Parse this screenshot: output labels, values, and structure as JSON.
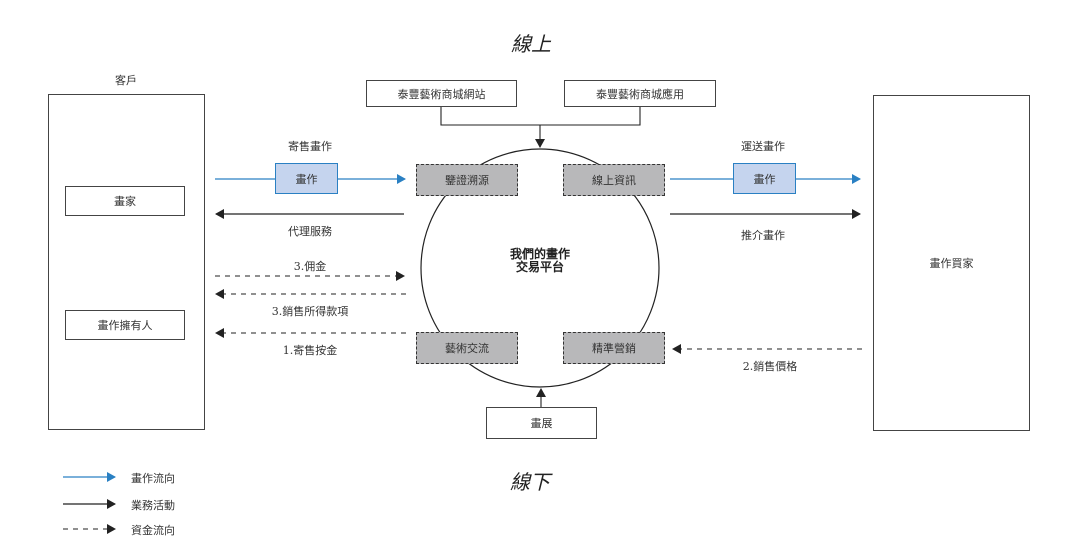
{
  "sections": {
    "online": "線上",
    "offline": "線下"
  },
  "online_channels": [
    {
      "label": "泰豐藝術商城網站"
    },
    {
      "label": "泰豐藝術商城應用"
    }
  ],
  "offline_channel": {
    "label": "畫展"
  },
  "customers": {
    "title": "客戶",
    "members": [
      {
        "label": "畫家"
      },
      {
        "label": "畫作擁有人"
      }
    ]
  },
  "buyer": {
    "label": "畫作買家"
  },
  "platform": {
    "line1": "我們的畫作",
    "line2": "交易平台"
  },
  "platform_functions": [
    {
      "label": "鑒證溯源"
    },
    {
      "label": "線上資訊"
    },
    {
      "label": "藝術交流"
    },
    {
      "label": "精準營銷"
    }
  ],
  "flows_left": {
    "consign_label": "寄售畫作",
    "artwork_box": "畫作",
    "agency_service": "代理服務",
    "commission": "3.佣金",
    "sale_proceeds": "3.銷售所得款項",
    "consignment_deposit": "1.寄售按金"
  },
  "flows_right": {
    "deliver_label": "運送畫作",
    "artwork_box": "畫作",
    "recommend": "推介畫作",
    "sale_price": "2.銷售價格"
  },
  "legend": [
    {
      "style": "solid-blue",
      "label": "畫作流向",
      "color": "#2a80c3"
    },
    {
      "style": "solid-black",
      "label": "業務活動",
      "color": "#222222"
    },
    {
      "style": "dashed-black",
      "label": "資金流向",
      "color": "#222222"
    }
  ],
  "colors": {
    "artwork_flow": "#2a80c3",
    "artwork_fill": "#c5d4ee",
    "function_fill": "#b8b8ba"
  }
}
